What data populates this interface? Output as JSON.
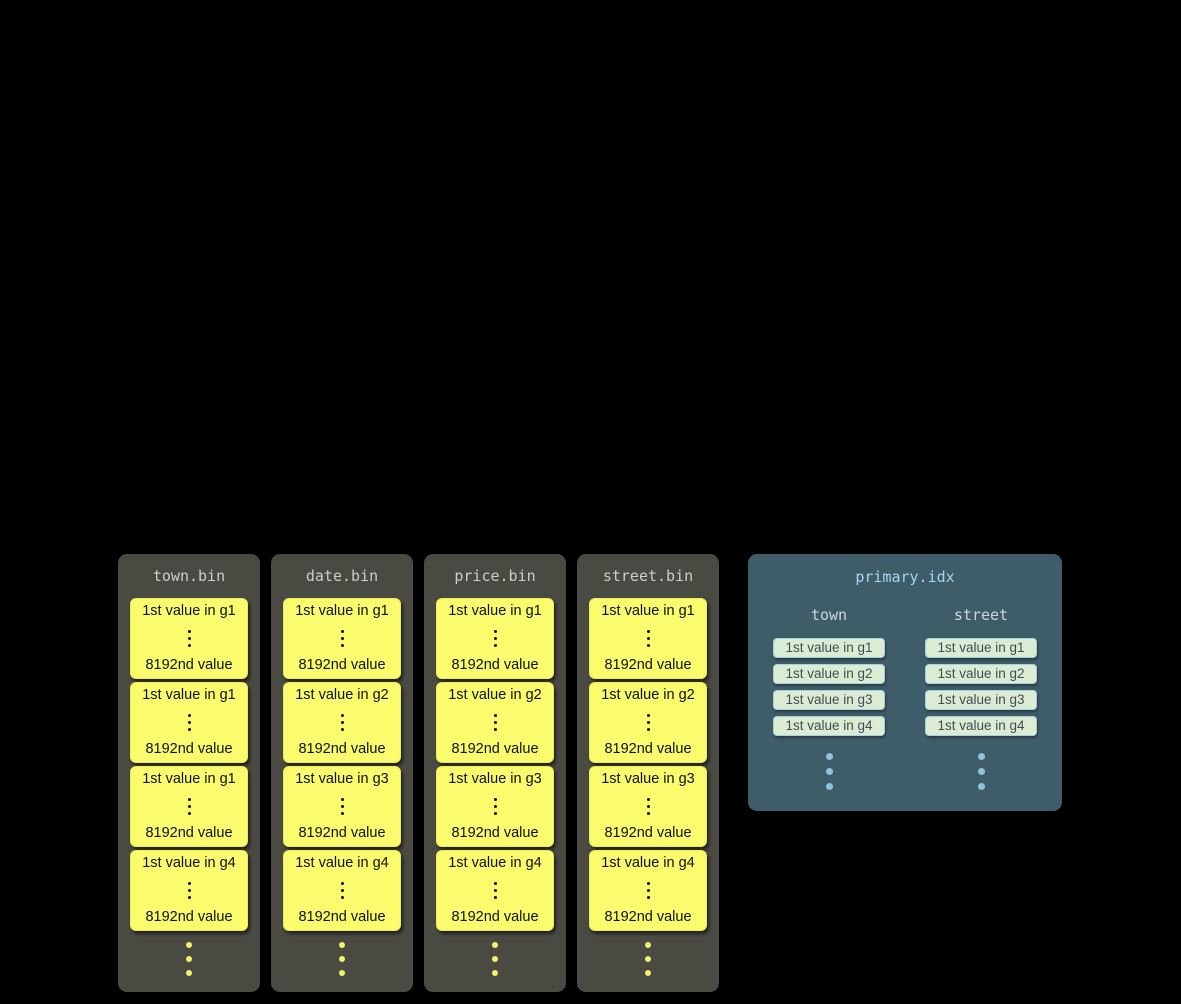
{
  "bin_files": [
    {
      "title": "town.bin",
      "granules": [
        {
          "first": "1st value in g1",
          "last": "8192nd value"
        },
        {
          "first": "1st value in g1",
          "last": "8192nd value"
        },
        {
          "first": "1st value in g1",
          "last": "8192nd value"
        },
        {
          "first": "1st value in g4",
          "last": "8192nd value"
        }
      ]
    },
    {
      "title": "date.bin",
      "granules": [
        {
          "first": "1st value in g1",
          "last": "8192nd value"
        },
        {
          "first": "1st value in g2",
          "last": "8192nd value"
        },
        {
          "first": "1st value in g3",
          "last": "8192nd value"
        },
        {
          "first": "1st value in g4",
          "last": "8192nd value"
        }
      ]
    },
    {
      "title": "price.bin",
      "granules": [
        {
          "first": "1st value in g1",
          "last": "8192nd value"
        },
        {
          "first": "1st value in g2",
          "last": "8192nd value"
        },
        {
          "first": "1st value in g3",
          "last": "8192nd value"
        },
        {
          "first": "1st value in g4",
          "last": "8192nd value"
        }
      ]
    },
    {
      "title": "street.bin",
      "granules": [
        {
          "first": "1st value in g1",
          "last": "8192nd value"
        },
        {
          "first": "1st value in g2",
          "last": "8192nd value"
        },
        {
          "first": "1st value in g3",
          "last": "8192nd value"
        },
        {
          "first": "1st value in g4",
          "last": "8192nd value"
        }
      ]
    }
  ],
  "index_file": {
    "title": "primary.idx",
    "columns": [
      {
        "name": "town",
        "entries": [
          "1st value in g1",
          "1st value in g2",
          "1st value in g3",
          "1st value in g4"
        ]
      },
      {
        "name": "street",
        "entries": [
          "1st value in g1",
          "1st value in g2",
          "1st value in g3",
          "1st value in g4"
        ]
      }
    ]
  },
  "colors": {
    "background": "#000000",
    "bin_panel": "#4a4a43",
    "bin_title": "#cdcdc8",
    "granule_fill": "#fbfb6e",
    "granule_text": "#101010",
    "idx_panel": "#3f5c69",
    "idx_title": "#a7d5ee",
    "idx_header": "#ccd7db",
    "chip_fill": "#dcecd2",
    "chip_border": "#a6cfe2",
    "chip_text": "#3e4d56",
    "dot_yellow": "#f3f36a",
    "dot_blue": "#8ec4de"
  }
}
